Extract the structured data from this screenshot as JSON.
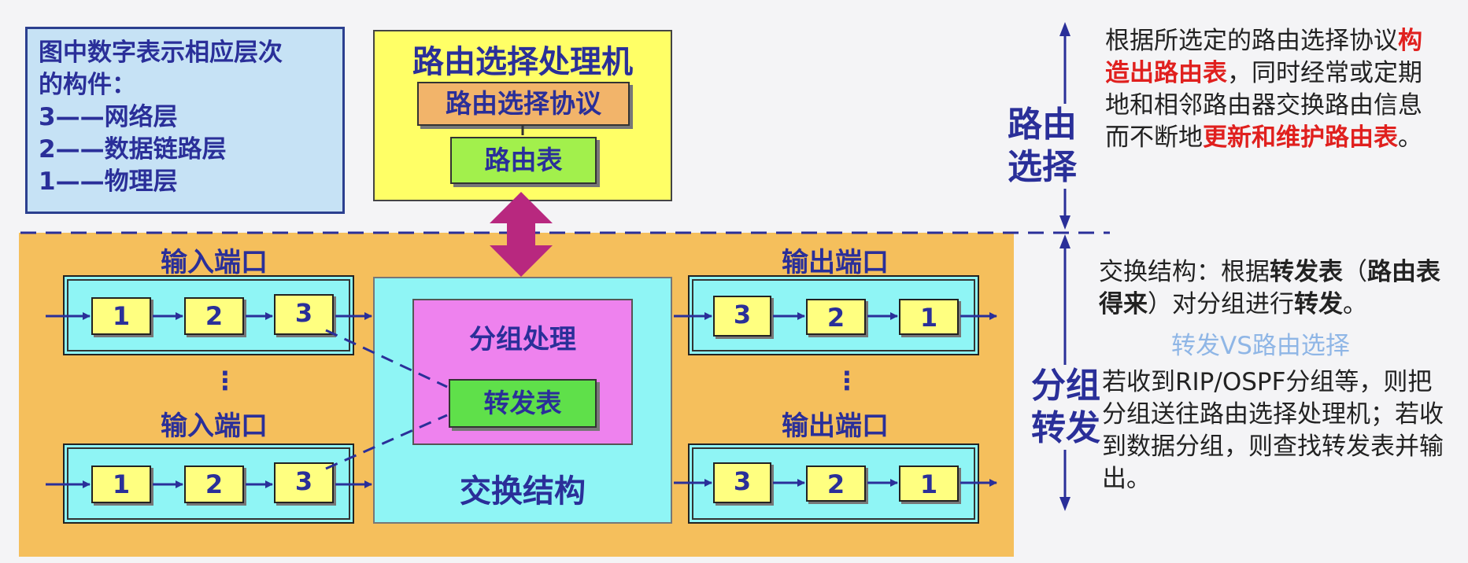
{
  "legend": {
    "lines": [
      "图中数字表示相应层次",
      "的构件：",
      "3——网络层",
      "2——数据链路层",
      "1——物理层"
    ]
  },
  "routing_processor": {
    "title": "路由选择处理机",
    "protocol": "路由选择协议",
    "table": "路由表"
  },
  "input_ports": {
    "label": "输入端口",
    "cells": [
      "1",
      "2",
      "3"
    ],
    "ellipsis": "⋮"
  },
  "output_ports": {
    "label": "输出端口",
    "cells": [
      "3",
      "2",
      "1"
    ],
    "ellipsis": "⋮"
  },
  "switch_fabric": {
    "label": "交换结构",
    "packet_processing": "分组处理",
    "forwarding_table": "转发表"
  },
  "side_labels": {
    "routing": [
      "路由",
      "选择"
    ],
    "forwarding": [
      "分组",
      "转发"
    ]
  },
  "notes": {
    "routing": {
      "part1": "根据所选定的路由选择协议",
      "red1": "构造出路由表",
      "part2": "，同时经常或定期地和相邻路由器交换路由信息而不断地",
      "red2": "更新和维护路由表",
      "part3": "。"
    },
    "switching": {
      "part1": "交换结构：根据",
      "bold1": "转发表",
      "part2": "（",
      "bold2": "路由表得来",
      "part3": "）对分组进行",
      "bold3": "转发",
      "part4": "。"
    },
    "comparison": "转发VS路由选择",
    "forwarding": "若收到RIP/OSPF分组等，则把分组送往路由选择处理机；若收到数据分组，则查找转发表并输出。"
  },
  "colors": {
    "title_blue": "#2a2f99",
    "highlight_red": "#e0201e",
    "orange_bg": "#f5bf5c",
    "cyan": "#8ff5f5",
    "yellow": "#ffff66",
    "magenta_arrow": "#b8287f"
  }
}
